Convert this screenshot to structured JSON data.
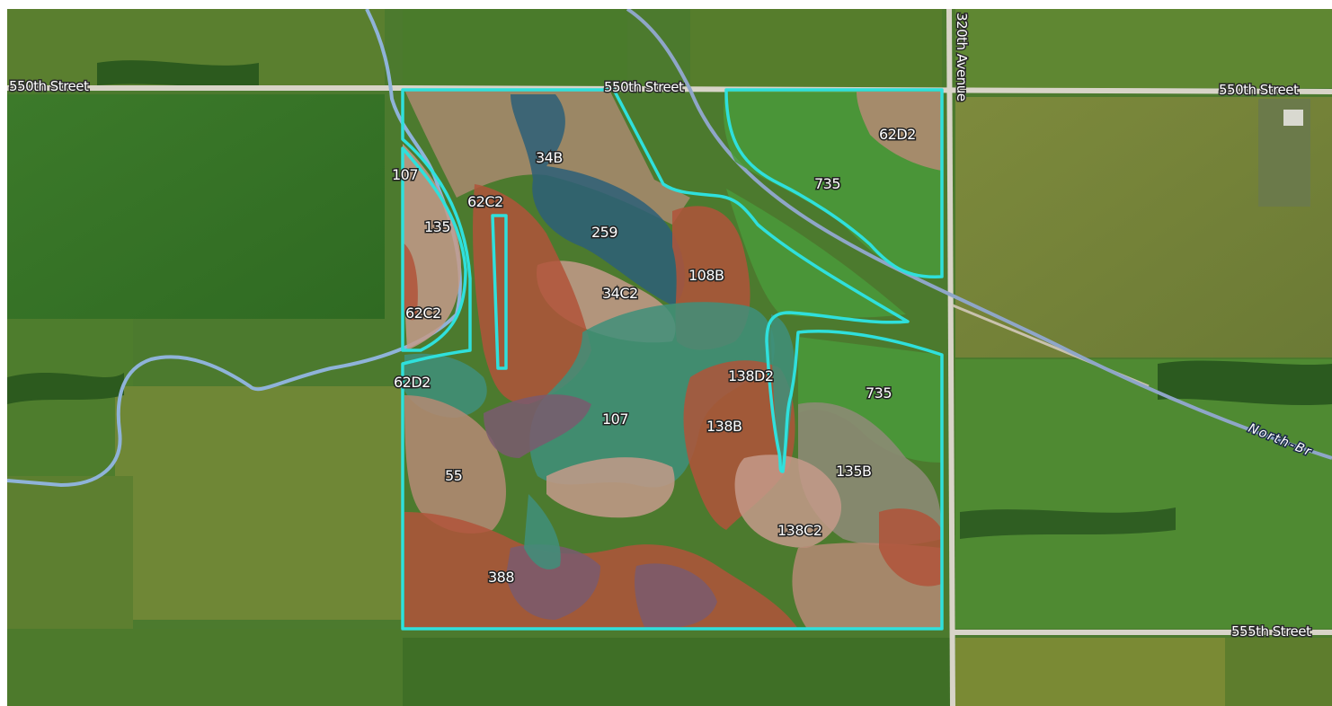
{
  "colors": {
    "boundary": "#2fe0dc",
    "road": "#d8d4c8",
    "river": "#8fb3d9",
    "field_green": "#3f7a2a",
    "field_light": "#6f8f3a",
    "field_tan": "#8a8445",
    "soil_rust": "#b0533a",
    "soil_tan": "#b58a74",
    "soil_teal": "#3f8f7a",
    "soil_blue": "#2d5f78",
    "soil_purple": "#7a5a6e",
    "soil_green": "#4a9a3a",
    "soil_pink": "#c49a8a"
  },
  "roads": {
    "street_550_left": "550th Street",
    "street_550_center": "550th Street",
    "street_550_right": "550th Street",
    "avenue_320": "320th Avenue",
    "street_555": "555th Street"
  },
  "river": {
    "name": "North-Br"
  },
  "soil_units": [
    {
      "id": "34B",
      "label": "34B"
    },
    {
      "id": "62C2-a",
      "label": "62C2"
    },
    {
      "id": "107-a",
      "label": "107"
    },
    {
      "id": "135",
      "label": "135"
    },
    {
      "id": "62C2-b",
      "label": "62C2"
    },
    {
      "id": "259",
      "label": "259"
    },
    {
      "id": "108B",
      "label": "108B"
    },
    {
      "id": "34C2",
      "label": "34C2"
    },
    {
      "id": "62D2-a",
      "label": "62D2"
    },
    {
      "id": "735-a",
      "label": "735"
    },
    {
      "id": "62D2-b",
      "label": "62D2"
    },
    {
      "id": "138D2",
      "label": "138D2"
    },
    {
      "id": "735-b",
      "label": "735"
    },
    {
      "id": "107-b",
      "label": "107"
    },
    {
      "id": "138B",
      "label": "138B"
    },
    {
      "id": "55",
      "label": "55"
    },
    {
      "id": "135B",
      "label": "135B"
    },
    {
      "id": "138C2",
      "label": "138C2"
    },
    {
      "id": "388",
      "label": "388"
    }
  ]
}
